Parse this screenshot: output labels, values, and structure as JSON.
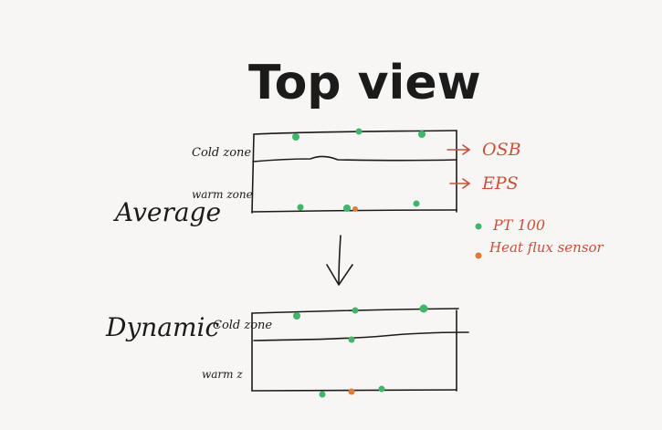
{
  "title": "Top view",
  "top_diagram": {
    "label": "Average",
    "zone_labels": {
      "cold": "Cold zone",
      "warm": "warm zone"
    },
    "layer_labels": [
      "OSB",
      "EPS"
    ]
  },
  "bottom_diagram": {
    "label": "Dynamic",
    "zone_labels": {
      "cold": "Cold zone",
      "warm": "warm z"
    }
  },
  "legend": [
    {
      "label": "PT 100",
      "color": "#3fb66a"
    },
    {
      "label": "Heat flux sensor",
      "color": "#e07a35"
    }
  ],
  "colors": {
    "ink": "#1b1b1b",
    "annotation": "#c8503a",
    "pt100": "#3fb66a",
    "heat_flux": "#e07a35"
  }
}
